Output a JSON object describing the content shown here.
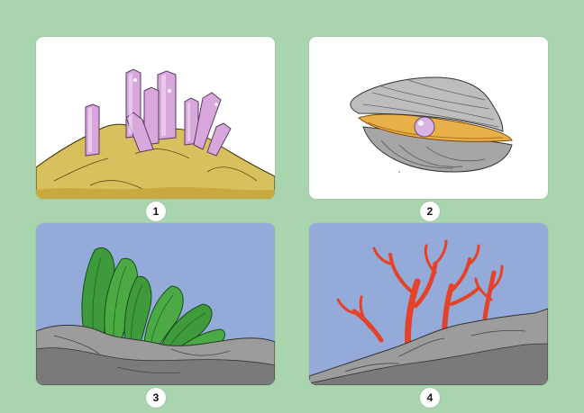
{
  "colors": {
    "background": "#a8d5ad",
    "water": "#94aad8",
    "sand": "#d9c05e",
    "crystal": "#d8a8dc",
    "shell": "#a6a6a6",
    "pearl": "#d9b3e6",
    "seaweed": "#3e9a3a",
    "coral": "#e4432a",
    "rock": "#9c9c9c"
  },
  "panels": [
    {
      "number": "1",
      "icon": "crystals-on-sand-icon"
    },
    {
      "number": "2",
      "icon": "oyster-with-pearl-icon"
    },
    {
      "number": "3",
      "icon": "seaweed-on-rocks-icon"
    },
    {
      "number": "4",
      "icon": "red-coral-on-rocks-icon"
    }
  ]
}
